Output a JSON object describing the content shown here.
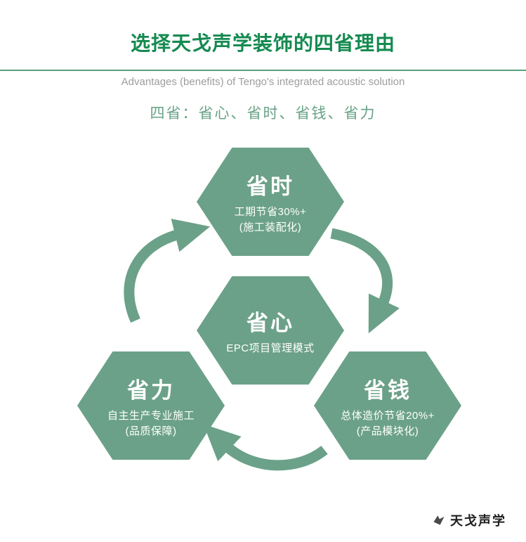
{
  "header": {
    "title": "选择天戈声学装饰的四省理由",
    "subtitle_en": "Advantages (benefits) of Tengo's integrated acoustic solution",
    "subtitle_cn": "四省：省心、省时、省钱、省力"
  },
  "colors": {
    "hexagon_green": "#6ba188",
    "title_green": "#148a50",
    "divider_green": "#58a07c",
    "subtitle_gray": "#9d9d9d"
  },
  "hexagons": [
    {
      "id": "save-time",
      "label": "省时",
      "lines": [
        "工期节省30%+",
        "(施工装配化)"
      ]
    },
    {
      "id": "save-worry",
      "label": "省心",
      "lines": [
        "EPC项目管理模式"
      ]
    },
    {
      "id": "save-money",
      "label": "省钱",
      "lines": [
        "总体造价节省20%+",
        "(产品模块化)"
      ]
    },
    {
      "id": "save-effort",
      "label": "省力",
      "lines": [
        "自主生产专业施工",
        "(品质保障)"
      ]
    }
  ],
  "footer": {
    "brand": "天戈声学"
  }
}
